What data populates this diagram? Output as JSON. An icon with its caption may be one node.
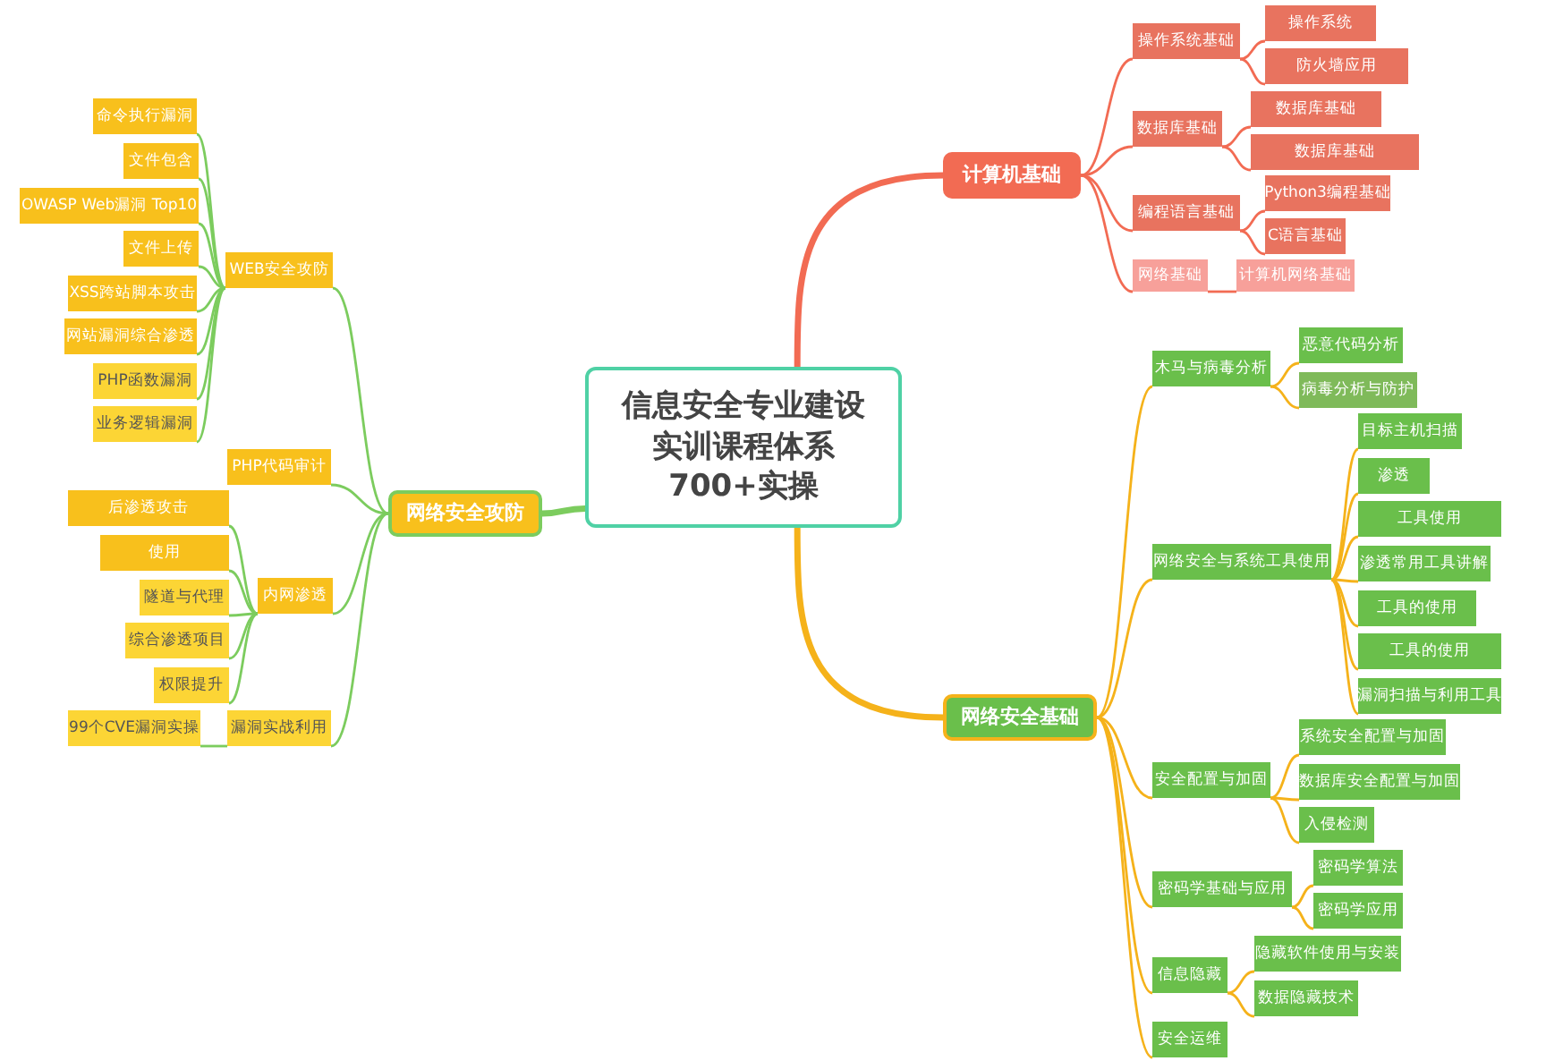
{
  "diagram": {
    "nodes": [
      {
        "text": [
          "信息安全专业建设实训课程体系700+实操"
        ]
      },
      {
        "text": [
          "计算机基础"
        ]
      },
      {
        "text": [
          "操作系统基础"
        ]
      },
      {
        "text": [
          "操作系统"
        ]
      },
      {
        "text": [
          "防火墙应用"
        ]
      },
      {
        "text": [
          "数据库基础"
        ]
      },
      {
        "text": [
          "数据库基础"
        ]
      },
      {
        "text": [
          "数据库基础"
        ]
      },
      {
        "text": [
          "编程语言基础"
        ]
      },
      {
        "text": [
          "Python3编程基础"
        ]
      },
      {
        "text": [
          "C语言基础"
        ]
      },
      {
        "text": [
          "网络基础"
        ]
      },
      {
        "text": [
          "计算机网络基础"
        ]
      },
      {
        "text": [
          "网络安全基础"
        ]
      },
      {
        "text": [
          "木马与病毒分析"
        ]
      },
      {
        "text": [
          "恶意代码分析"
        ]
      },
      {
        "text": [
          "病毒分析与防护"
        ]
      },
      {
        "text": [
          "网络安全与系统工具使用"
        ]
      },
      {
        "text": [
          "目标主机扫描"
        ]
      },
      {
        "text": [
          "渗透"
        ]
      },
      {
        "text": [
          "工具使用"
        ]
      },
      {
        "text": [
          "渗透常用工具讲解"
        ]
      },
      {
        "text": [
          "工具的使用"
        ]
      },
      {
        "text": [
          "工具的使用"
        ]
      },
      {
        "text": [
          "漏洞扫描与利用工具"
        ]
      },
      {
        "text": [
          "安全配置与加固"
        ]
      },
      {
        "text": [
          "系统安全配置与加固"
        ]
      },
      {
        "text": [
          "数据库安全配置与加固"
        ]
      },
      {
        "text": [
          "入侵检测"
        ]
      },
      {
        "text": [
          "密码学基础与应用"
        ]
      },
      {
        "text": [
          "密码学算法"
        ]
      },
      {
        "text": [
          "密码学应用"
        ]
      },
      {
        "text": [
          "信息隐藏"
        ]
      },
      {
        "text": [
          "隐藏软件使用与安装"
        ]
      },
      {
        "text": [
          "数据隐藏技术"
        ]
      },
      {
        "text": [
          "安全运维"
        ]
      },
      {
        "text": [
          "网络安全攻防"
        ]
      },
      {
        "text": [
          "WEB安全攻防"
        ]
      },
      {
        "text": [
          "命令执行漏洞"
        ]
      },
      {
        "text": [
          "文件包含"
        ]
      },
      {
        "text": [
          "OWASP Web漏洞 Top10"
        ]
      },
      {
        "text": [
          "文件上传"
        ]
      },
      {
        "text": [
          "XSS跨站脚本攻击"
        ]
      },
      {
        "text": [
          "网站漏洞综合渗透"
        ]
      },
      {
        "text": [
          "PHP函数漏洞"
        ]
      },
      {
        "text": [
          "业务逻辑漏洞"
        ]
      },
      {
        "text": [
          "PHP代码审计"
        ]
      },
      {
        "text": [
          "内网渗透"
        ]
      },
      {
        "text": [
          "后渗透攻击"
        ]
      },
      {
        "text": [
          "使用"
        ]
      },
      {
        "text": [
          "隧道与代理"
        ]
      },
      {
        "text": [
          "综合渗透项目"
        ]
      },
      {
        "text": [
          "权限提升"
        ]
      },
      {
        "text": [
          "漏洞实战利用"
        ]
      },
      {
        "text": [
          "99个CVE漏洞实操"
        ]
      }
    ],
    "edges": [
      {
        "from": 0,
        "to": 1,
        "arrow": "none",
        "style": "thick",
        "color": "#f26b53"
      },
      {
        "from": 0,
        "to": 13,
        "arrow": "none",
        "style": "thick"
      },
      {
        "from": 0,
        "to": 36,
        "arrow": "none",
        "style": "thick",
        "color": "#7ccc5e"
      },
      {
        "from": 1,
        "to": 2,
        "arrow": "none",
        "color": "#f26b53"
      },
      {
        "from": 1,
        "to": 5,
        "arrow": "none",
        "color": "#f26b53"
      },
      {
        "from": 1,
        "to": 8,
        "arrow": "none",
        "color": "#f26b53"
      },
      {
        "from": 1,
        "to": 11,
        "arrow": "none",
        "color": "#f26b53"
      },
      {
        "from": 2,
        "to": 3,
        "arrow": "none",
        "color": "#f26b53"
      },
      {
        "from": 2,
        "to": 4,
        "arrow": "none",
        "color": "#f26b53"
      },
      {
        "from": 5,
        "to": 6,
        "arrow": "none",
        "color": "#f26b53"
      },
      {
        "from": 5,
        "to": 7,
        "arrow": "none",
        "color": "#f26b53"
      },
      {
        "from": 8,
        "to": 9,
        "arrow": "none",
        "color": "#f26b53"
      },
      {
        "from": 8,
        "to": 10,
        "arrow": "none",
        "color": "#f26b53"
      },
      {
        "from": 11,
        "to": 12,
        "arrow": "none",
        "color": "#f26b53"
      },
      {
        "from": 13,
        "to": 14,
        "arrow": "none"
      },
      {
        "from": 13,
        "to": 17,
        "arrow": "none"
      },
      {
        "from": 13,
        "to": 25,
        "arrow": "none"
      },
      {
        "from": 13,
        "to": 29,
        "arrow": "none"
      },
      {
        "from": 13,
        "to": 32,
        "arrow": "none"
      },
      {
        "from": 13,
        "to": 35,
        "arrow": "none"
      },
      {
        "from": 14,
        "to": 15,
        "arrow": "none"
      },
      {
        "from": 14,
        "to": 16,
        "arrow": "none"
      },
      {
        "from": 17,
        "to": 18,
        "arrow": "none"
      },
      {
        "from": 17,
        "to": 19,
        "arrow": "none"
      },
      {
        "from": 17,
        "to": 20,
        "arrow": "none"
      },
      {
        "from": 17,
        "to": 21,
        "arrow": "none"
      },
      {
        "from": 17,
        "to": 22,
        "arrow": "none"
      },
      {
        "from": 17,
        "to": 23,
        "arrow": "none"
      },
      {
        "from": 17,
        "to": 24,
        "arrow": "none"
      },
      {
        "from": 25,
        "to": 26,
        "arrow": "none"
      },
      {
        "from": 25,
        "to": 27,
        "arrow": "none"
      },
      {
        "from": 25,
        "to": 28,
        "arrow": "none"
      },
      {
        "from": 29,
        "to": 30,
        "arrow": "none"
      },
      {
        "from": 29,
        "to": 31,
        "arrow": "none"
      },
      {
        "from": 32,
        "to": 33,
        "arrow": "none"
      },
      {
        "from": 32,
        "to": 34,
        "arrow": "none"
      },
      {
        "from": 36,
        "to": 37,
        "arrow": "none",
        "color": "#7ccc5e"
      },
      {
        "from": 36,
        "to": 46,
        "arrow": "none",
        "color": "#7ccc5e"
      },
      {
        "from": 36,
        "to": 47,
        "arrow": "none",
        "color": "#7ccc5e"
      },
      {
        "from": 36,
        "to": 53,
        "arrow": "none",
        "color": "#7ccc5e"
      },
      {
        "from": 37,
        "to": 38,
        "arrow": "none",
        "color": "#7ccc5e"
      },
      {
        "from": 37,
        "to": 39,
        "arrow": "none",
        "color": "#7ccc5e"
      },
      {
        "from": 37,
        "to": 40,
        "arrow": "none",
        "color": "#7ccc5e"
      },
      {
        "from": 37,
        "to": 41,
        "arrow": "none",
        "color": "#7ccc5e"
      },
      {
        "from": 37,
        "to": 42,
        "arrow": "none",
        "color": "#7ccc5e"
      },
      {
        "from": 37,
        "to": 43,
        "arrow": "none",
        "color": "#7ccc5e"
      },
      {
        "from": 37,
        "to": 44,
        "arrow": "none",
        "color": "#7ccc5e"
      },
      {
        "from": 37,
        "to": 45,
        "arrow": "none",
        "color": "#7ccc5e"
      },
      {
        "from": 47,
        "to": 48,
        "arrow": "none",
        "color": "#7ccc5e"
      },
      {
        "from": 47,
        "to": 49,
        "arrow": "none",
        "color": "#7ccc5e"
      },
      {
        "from": 47,
        "to": 50,
        "arrow": "none",
        "color": "#7ccc5e"
      },
      {
        "from": 47,
        "to": 51,
        "arrow": "none",
        "color": "#7ccc5e"
      },
      {
        "from": 47,
        "to": 52,
        "arrow": "none",
        "color": "#7ccc5e"
      },
      {
        "from": 53,
        "to": 54,
        "arrow": "none",
        "color": "#7ccc5e"
      }
    ]
  }
}
